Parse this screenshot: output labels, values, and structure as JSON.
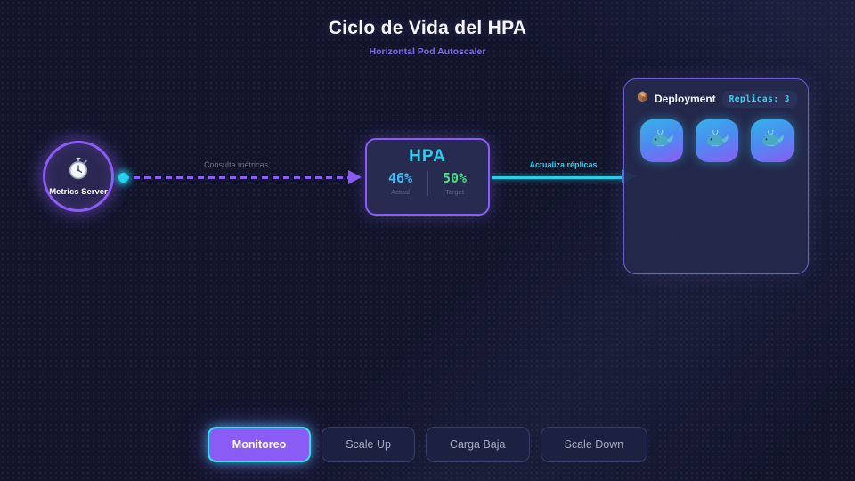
{
  "header": {
    "title": "Ciclo de Vida del HPA",
    "subtitle": "Horizontal Pod Autoscaler"
  },
  "diagram": {
    "metrics_server": {
      "label": "Metrics Server",
      "icon": "stopwatch-icon"
    },
    "query_arrow": {
      "label": "Consulta métricas",
      "style": "dashed",
      "color": "#8b5cf6"
    },
    "hpa": {
      "title": "HPA",
      "actual_value": "46%",
      "actual_label": "Actual",
      "target_value": "50%",
      "target_label": "Target"
    },
    "update_arrow": {
      "label": "Actualiza réplicas",
      "style": "solid",
      "color": "#22d3ee"
    },
    "deployment": {
      "icon": "package-icon",
      "title": "Deployment",
      "replicas_badge": "Replicas: 3",
      "replica_count": 3,
      "pods": [
        {
          "icon": "whale-icon"
        },
        {
          "icon": "whale-icon"
        },
        {
          "icon": "whale-icon"
        }
      ]
    }
  },
  "controls": {
    "buttons": [
      {
        "label": "Monitoreo",
        "active": true
      },
      {
        "label": "Scale Up",
        "active": false
      },
      {
        "label": "Carga Baja",
        "active": false
      },
      {
        "label": "Scale Down",
        "active": false
      }
    ]
  },
  "colors": {
    "accent_purple": "#8b5cf6",
    "accent_cyan": "#22d3ee",
    "success_green": "#4ade80",
    "value_blue": "#38bdf8",
    "background": "#12152a"
  }
}
